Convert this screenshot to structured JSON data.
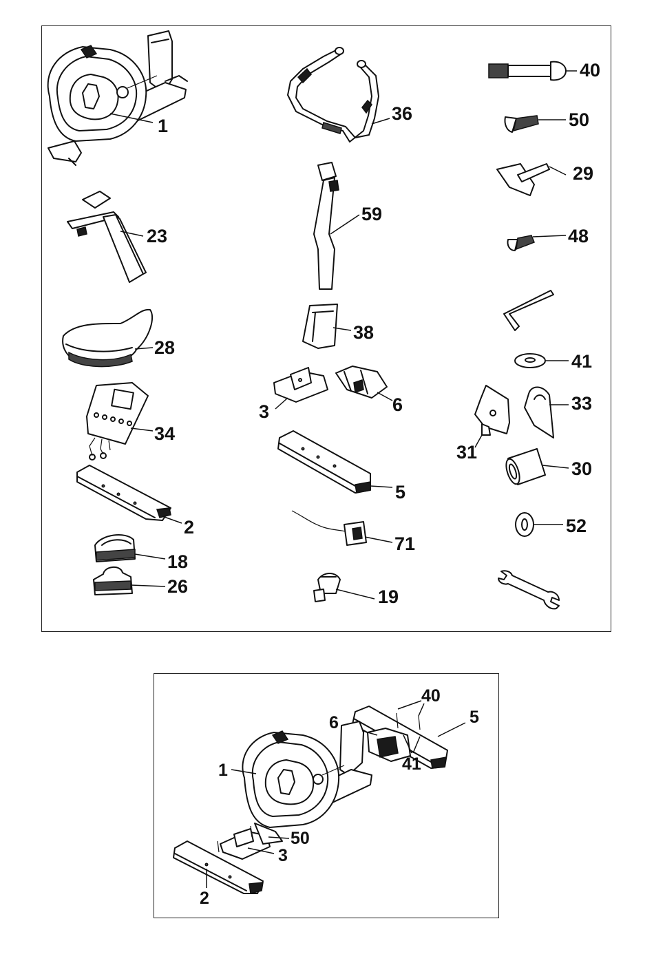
{
  "parts_panel": {
    "labels": {
      "p1": "1",
      "p23": "23",
      "p28": "28",
      "p34": "34",
      "p2": "2",
      "p18": "18",
      "p26": "26",
      "p36": "36",
      "p59": "59",
      "p38": "38",
      "p3": "3",
      "p6": "6",
      "p5": "5",
      "p71": "71",
      "p19": "19",
      "p40": "40",
      "p50": "50",
      "p29": "29",
      "p48": "48",
      "p41": "41",
      "p33": "33",
      "p31": "31",
      "p30": "30",
      "p52": "52"
    }
  },
  "assembly_panel": {
    "labels": {
      "a40": "40",
      "a5": "5",
      "a6": "6",
      "a41": "41",
      "a1": "1",
      "a50": "50",
      "a3": "3",
      "a2": "2"
    }
  }
}
